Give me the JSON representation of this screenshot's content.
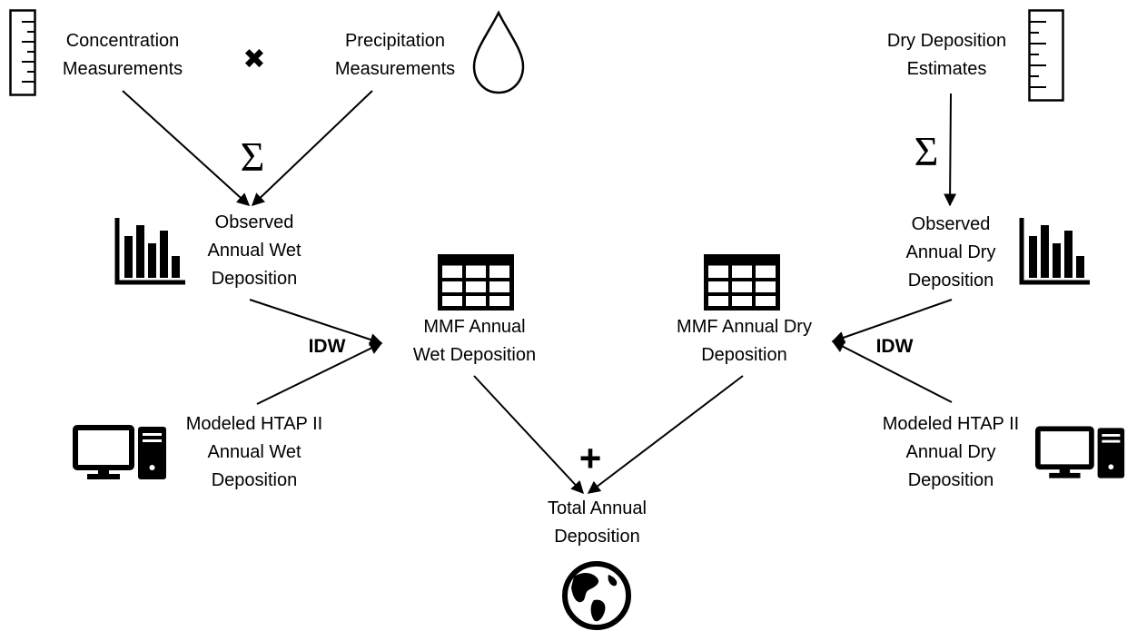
{
  "nodes": {
    "concentration": {
      "lines": [
        "Concentration",
        "Measurements"
      ]
    },
    "precipitation": {
      "lines": [
        "Precipitation",
        "Measurements"
      ]
    },
    "dry_estimates": {
      "lines": [
        "Dry Deposition",
        "Estimates"
      ]
    },
    "observed_wet": {
      "lines": [
        "Observed",
        "Annual Wet",
        "Deposition"
      ]
    },
    "observed_dry": {
      "lines": [
        "Observed",
        "Annual Dry",
        "Deposition"
      ]
    },
    "mmf_wet": {
      "lines": [
        "MMF Annual",
        "Wet Deposition"
      ]
    },
    "mmf_dry": {
      "lines": [
        "MMF Annual Dry",
        "Deposition"
      ]
    },
    "modeled_wet": {
      "lines": [
        "Modeled HTAP II",
        "Annual Wet",
        "Deposition"
      ]
    },
    "modeled_dry": {
      "lines": [
        "Modeled HTAP II",
        "Annual Dry",
        "Deposition"
      ]
    },
    "total": {
      "lines": [
        "Total Annual",
        "Deposition"
      ]
    }
  },
  "operators": {
    "multiply": "✖",
    "sum_symbol": "Σ",
    "idw_label": "IDW",
    "plus": "+"
  },
  "icons": [
    "ruler-icon",
    "water-drop-icon",
    "bar-chart-icon",
    "grid-table-icon",
    "computer-icon",
    "globe-icon"
  ],
  "colors": {
    "ink": "#000000",
    "background": "#ffffff"
  }
}
